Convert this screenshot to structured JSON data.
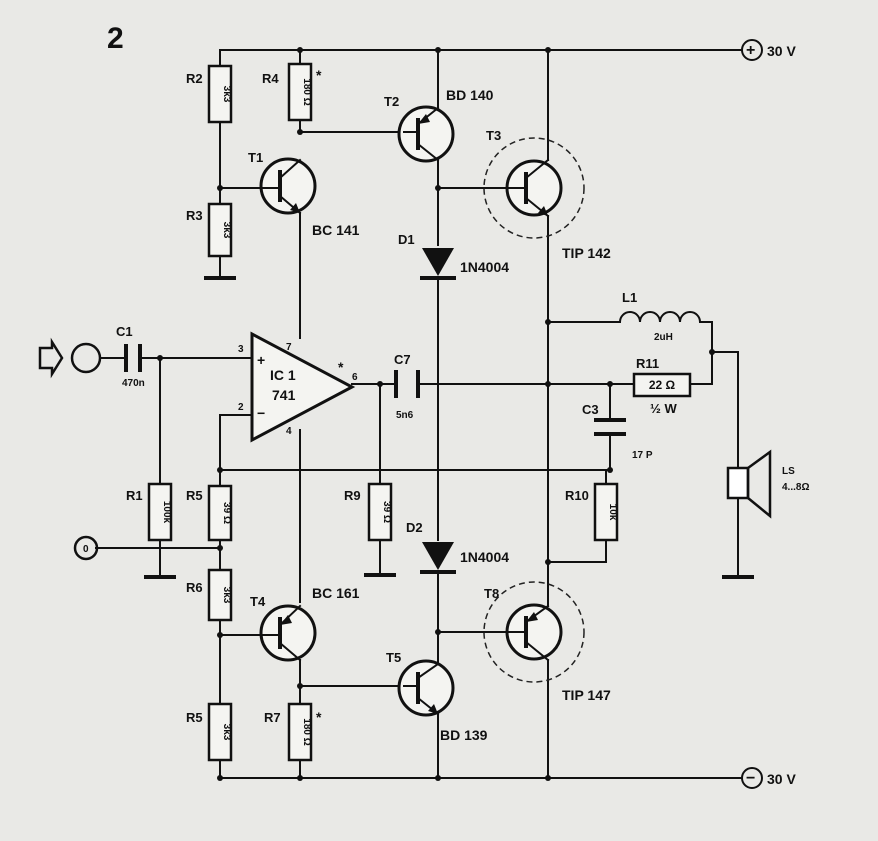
{
  "figure_number": "2",
  "rails": {
    "positive": "+",
    "negative": "−",
    "positive_label": "30 V",
    "negative_label": "30 V"
  },
  "ic": {
    "ref": "IC 1",
    "type": "741",
    "pins": {
      "in_plus": "3",
      "in_minus": "2",
      "v_plus": "7",
      "v_minus": "4",
      "out": "6",
      "star": "*",
      "plus": "+",
      "minus": "−"
    }
  },
  "resistors": {
    "R1": {
      "ref": "R1",
      "value": "100k"
    },
    "R2": {
      "ref": "R2",
      "value": "3k3"
    },
    "R3": {
      "ref": "R3",
      "value": "3k3"
    },
    "R4": {
      "ref": "R4",
      "value": "180 Ω",
      "mark": "*"
    },
    "R5a": {
      "ref": "R5",
      "value": "39 Ω"
    },
    "R5b": {
      "ref": "R5",
      "value": "3k3"
    },
    "R6": {
      "ref": "R6",
      "value": "3k3"
    },
    "R7": {
      "ref": "R7",
      "value": "180 Ω",
      "mark": "*"
    },
    "R9": {
      "ref": "R9",
      "value": "39 Ω"
    },
    "R10": {
      "ref": "R10",
      "value": "10k"
    },
    "R11": {
      "ref": "R11",
      "value": "22 Ω",
      "power": "½ W"
    }
  },
  "capacitors": {
    "C1": {
      "ref": "C1",
      "value": "470n"
    },
    "C2": {
      "ref": "C7",
      "value": "5n6"
    },
    "C3": {
      "ref": "C3",
      "value": "17 P"
    }
  },
  "inductor": {
    "ref": "L1",
    "value": "2uH"
  },
  "diodes": {
    "D1": {
      "ref": "D1",
      "type": "1N4004"
    },
    "D2": {
      "ref": "D2",
      "type": "1N4004"
    }
  },
  "transistors": {
    "T1": {
      "ref": "T1",
      "type": "BC 141"
    },
    "T2": {
      "ref": "T2",
      "type": "BD 140"
    },
    "T3": {
      "ref": "T3",
      "type": "TIP 142"
    },
    "T4": {
      "ref": "T4",
      "type": "BC 161"
    },
    "T5": {
      "ref": "T5",
      "type": "BD 139"
    },
    "T6": {
      "ref": "T8",
      "type": "TIP 147"
    }
  },
  "speaker": {
    "ref": "LS",
    "value": "4...8Ω"
  },
  "ground_input_label": "0"
}
